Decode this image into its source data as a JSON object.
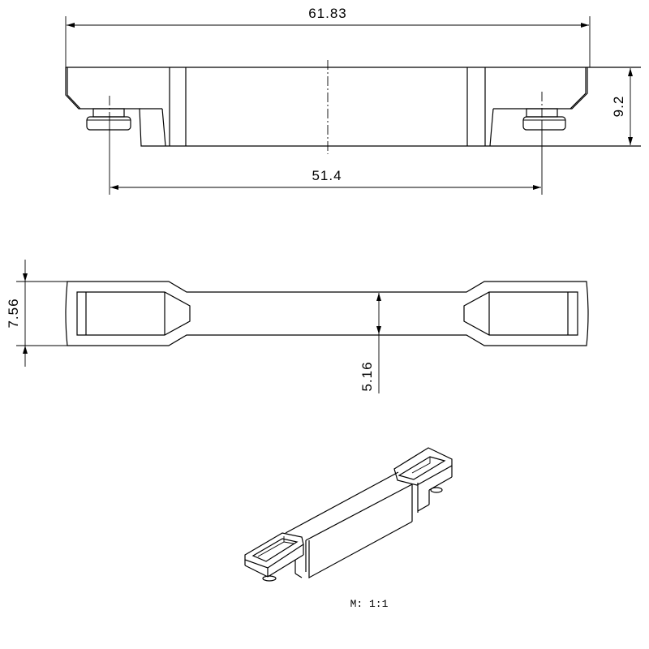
{
  "drawing": {
    "views": {
      "front": {
        "dimensions": {
          "overall_length": "61.83",
          "pin_spacing": "51.4",
          "height": "9.2"
        }
      },
      "top": {
        "dimensions": {
          "end_width": "7.56",
          "bar_width": "5.16"
        }
      },
      "isometric": {
        "scale_label": "M:  1:1"
      }
    },
    "line_color": "#000000",
    "background": "#ffffff"
  }
}
